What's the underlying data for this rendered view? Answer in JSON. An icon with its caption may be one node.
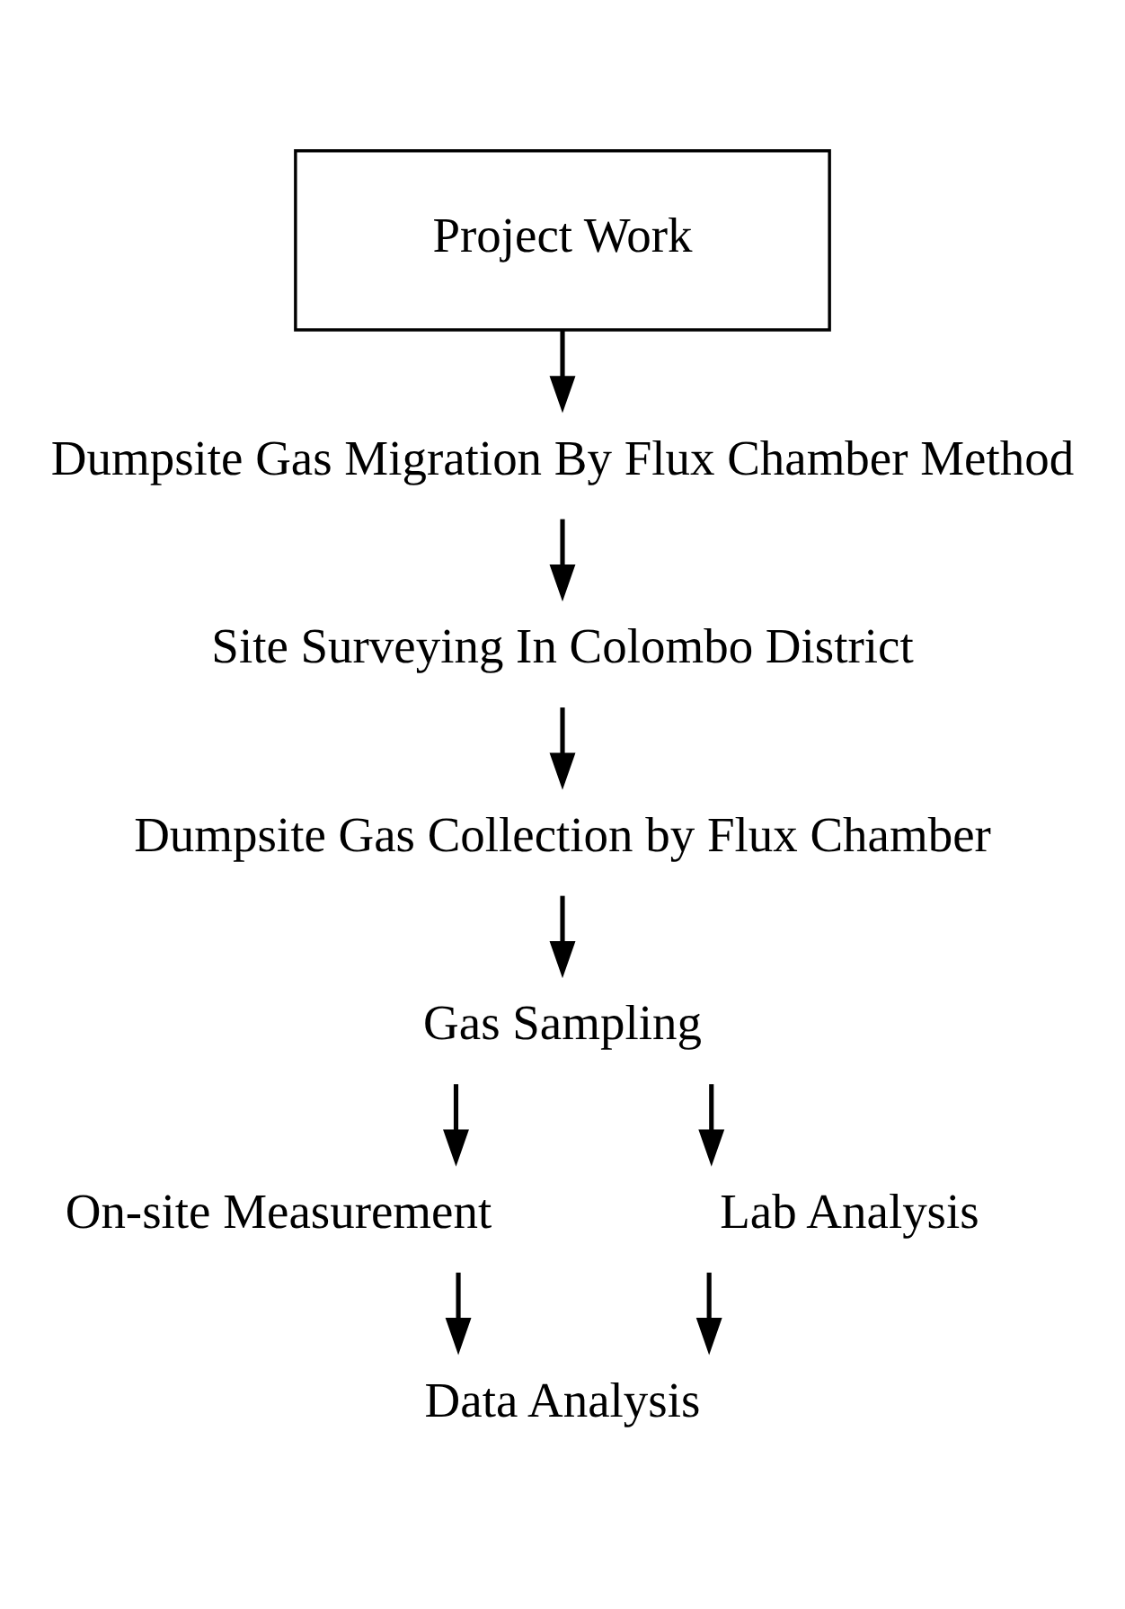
{
  "diagram": {
    "nodes": [
      {
        "text": [
          "Project Work"
        ]
      },
      {
        "text": [
          "Dumpsite Gas Migration By Flux Chamber Method"
        ]
      },
      {
        "text": [
          "Site Surveying In Colombo District"
        ]
      },
      {
        "text": [
          "Dumpsite Gas Collection by Flux Chamber"
        ]
      },
      {
        "text": [
          "Gas Sampling"
        ]
      },
      {
        "text": [
          "On-site Measurement"
        ]
      },
      {
        "text": [
          "Lab Analysis"
        ]
      },
      {
        "text": [
          "Data Analysis"
        ]
      }
    ],
    "edges": [
      {
        "from": 0,
        "to": 1,
        "arrow": "to"
      },
      {
        "from": 1,
        "to": 2,
        "arrow": "to"
      },
      {
        "from": 2,
        "to": 3,
        "arrow": "to"
      },
      {
        "from": 3,
        "to": 4,
        "arrow": "to"
      },
      {
        "from": 4,
        "to": 5,
        "arrow": "to"
      },
      {
        "from": 4,
        "to": 6,
        "arrow": "to"
      },
      {
        "from": 5,
        "to": 7,
        "arrow": "to"
      },
      {
        "from": 6,
        "to": 7,
        "arrow": "to"
      }
    ]
  }
}
